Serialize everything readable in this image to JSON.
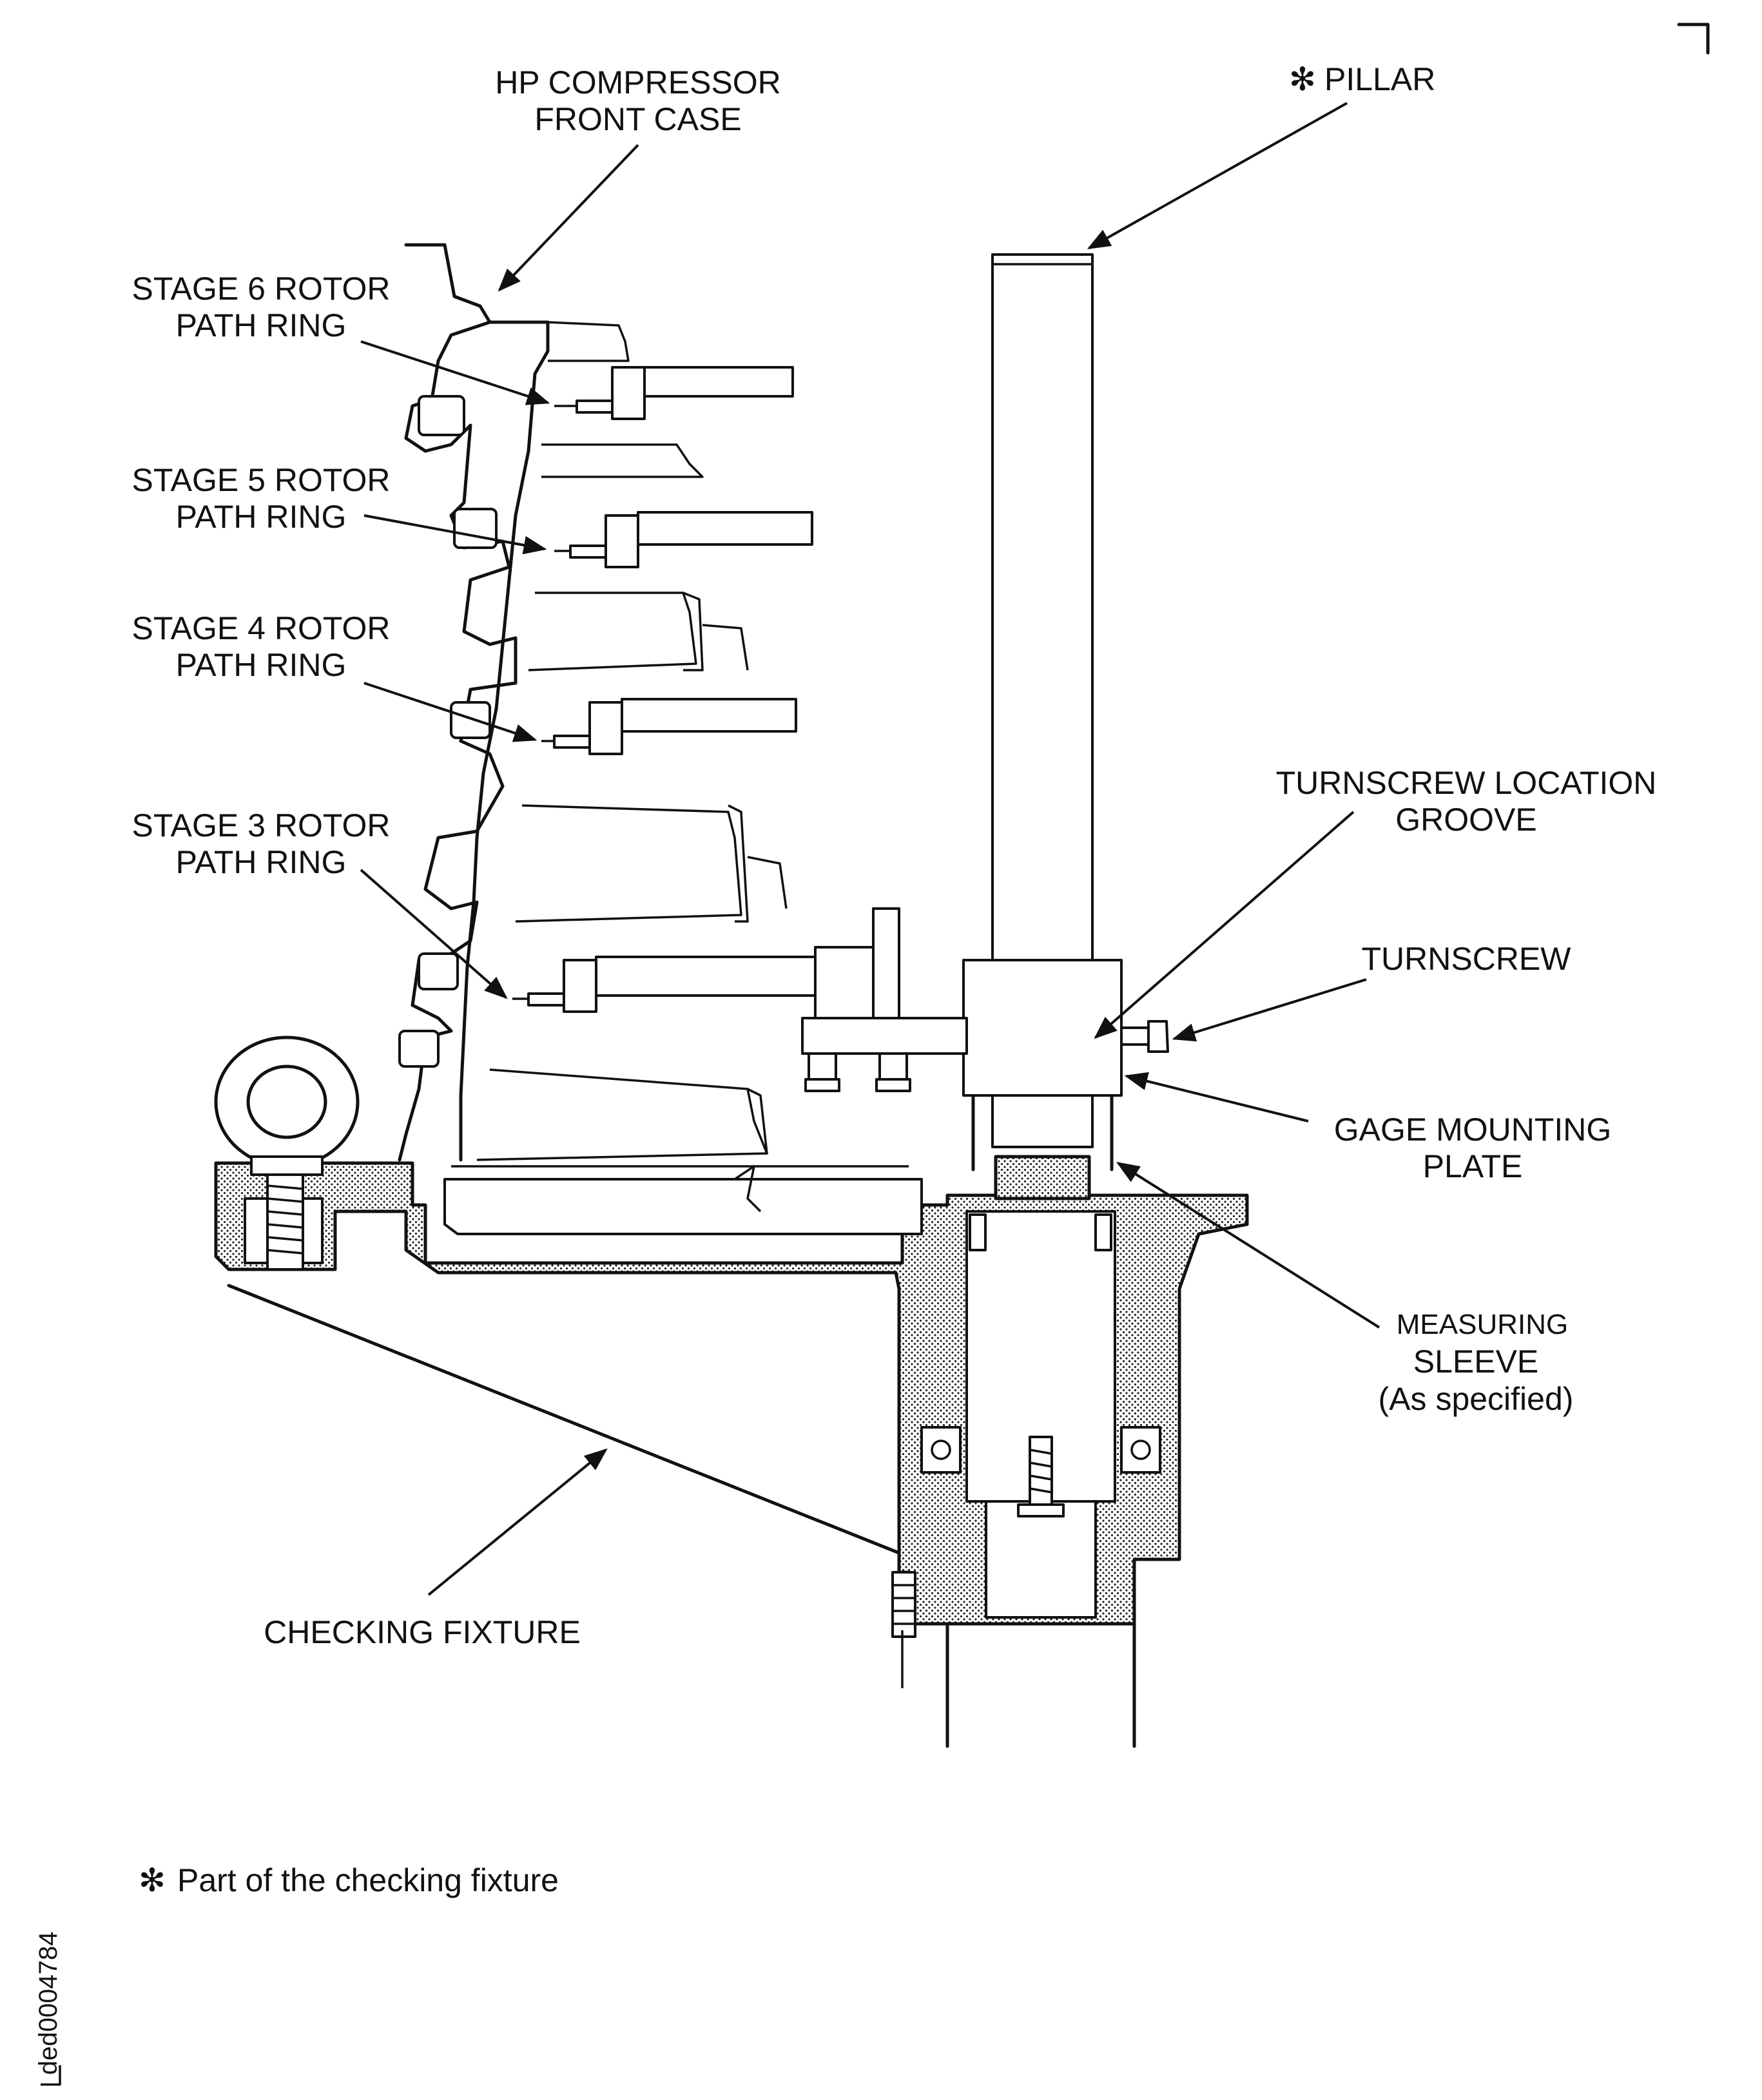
{
  "labels": {
    "hp_case": [
      "HP COMPRESSOR",
      "FRONT CASE"
    ],
    "pillar": "PILLAR",
    "stage6": [
      "STAGE 6 ROTOR",
      "PATH RING"
    ],
    "stage5": [
      "STAGE 5 ROTOR",
      "PATH RING"
    ],
    "stage4": [
      "STAGE 4 ROTOR",
      "PATH RING"
    ],
    "stage3": [
      "STAGE 3 ROTOR",
      "PATH RING"
    ],
    "turnscrew_groove": [
      "TURNSCREW LOCATION",
      "GROOVE"
    ],
    "turnscrew": "TURNSCREW",
    "gage_plate": [
      "GAGE MOUNTING",
      "PLATE"
    ],
    "measuring_sleeve": [
      "MEASURING",
      "SLEEVE",
      "(As specified)"
    ],
    "checking_fixture": "CHECKING FIXTURE"
  },
  "footnote": {
    "symbol": "✻",
    "text": "Part of the checking fixture"
  },
  "drawing_id": "ded0004784",
  "asterisk": "✻"
}
